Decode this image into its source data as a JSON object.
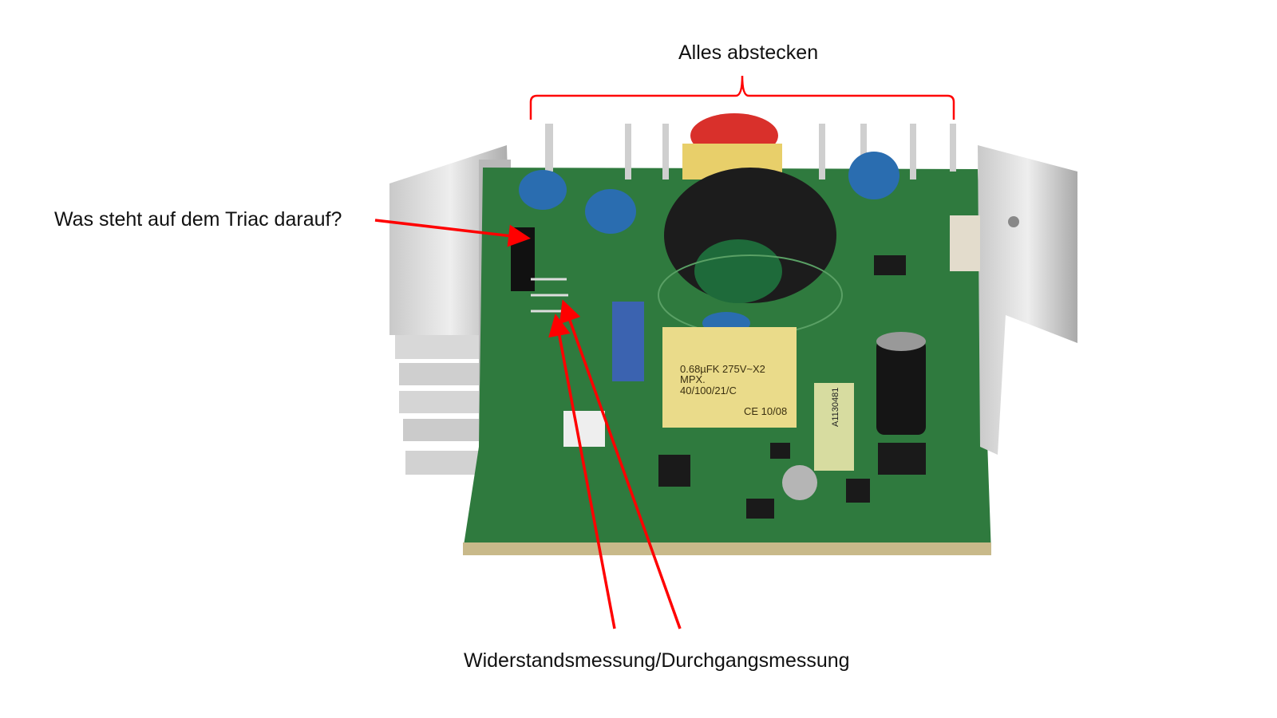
{
  "annotations": {
    "top": "Alles abstecken",
    "left": "Was steht auf dem Triac darauf?",
    "bottom": "Widerstandsmessung/Durchgangsmessung"
  },
  "photo": {
    "capacitor_line1": "0.68µFK 275V~X2",
    "capacitor_line2": "MPX.",
    "capacitor_line3": "40/100/21/C",
    "capacitor_line4": "CE 10/08",
    "component_code": "A1130481"
  },
  "colors": {
    "annotation": "#ff0000",
    "board": "#2f7a3e"
  }
}
